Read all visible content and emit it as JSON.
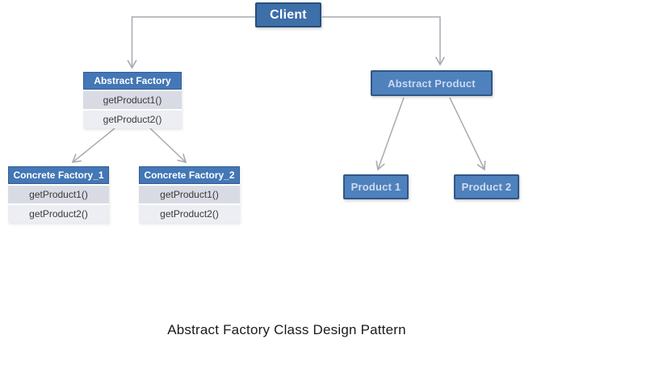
{
  "diagram": {
    "client": {
      "label": "Client"
    },
    "abstract_factory": {
      "title": "Abstract Factory",
      "methods": [
        "getProduct1()",
        "getProduct2()"
      ]
    },
    "concrete_factory_1": {
      "title": "Concrete Factory_1",
      "methods": [
        "getProduct1()",
        "getProduct2()"
      ]
    },
    "concrete_factory_2": {
      "title": "Concrete Factory_2",
      "methods": [
        "getProduct1()",
        "getProduct2()"
      ]
    },
    "abstract_product": {
      "label": "Abstract Product"
    },
    "product_1": {
      "label": "Product 1"
    },
    "product_2": {
      "label": "Product 2"
    },
    "caption": "Abstract Factory Class Design Pattern",
    "colors": {
      "node_fill": "#4f81bd",
      "node_border": "#2f5784",
      "client_fill": "#3d6fa8",
      "header_fill": "#4377b6",
      "row_shade_dark": "#d9dbe4",
      "row_shade_light": "#eceef3",
      "connector": "#a8aab2",
      "header_text": "#ffffff",
      "method_text": "#3a3a3a",
      "caption_text": "#1a1a1a"
    }
  }
}
